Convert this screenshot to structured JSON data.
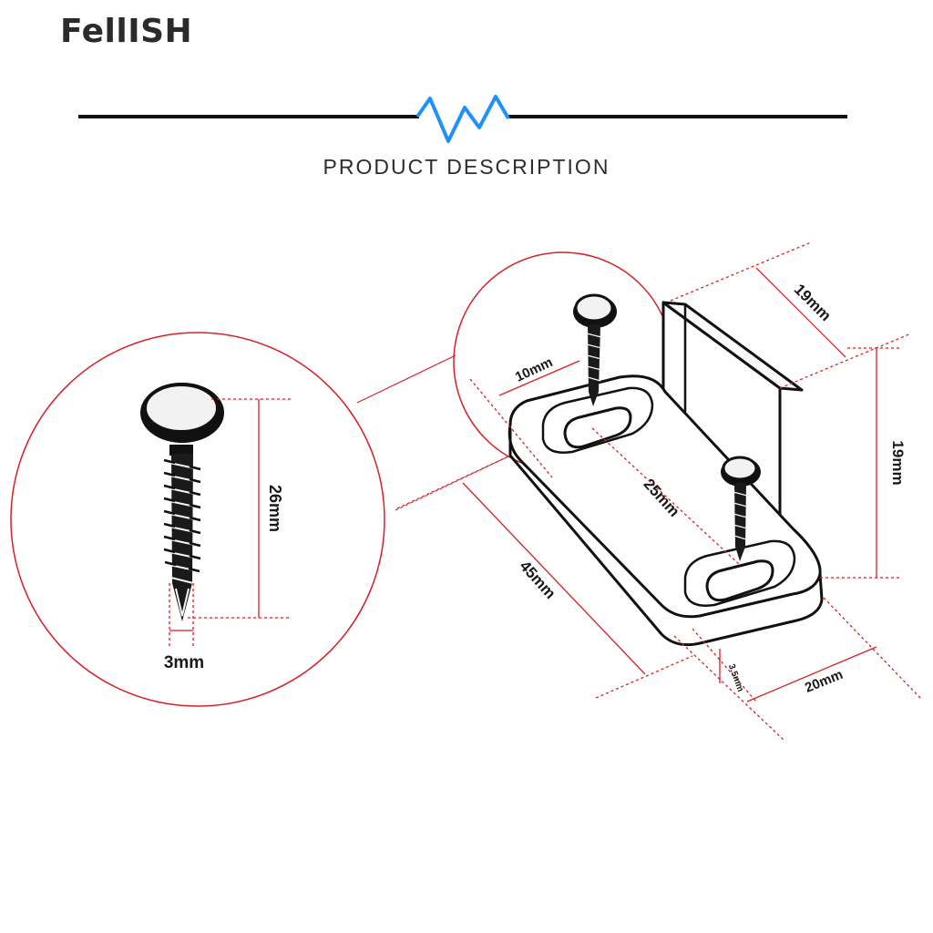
{
  "brand": "FellISH",
  "section_title": "PRODUCT DESCRIPTION",
  "colors": {
    "guide": "#d81f26",
    "accent": "#1e90ff",
    "ink": "#111111"
  },
  "icons": [
    "zigzag-divider-icon",
    "screw-icon",
    "floor-guide-bracket-icon"
  ],
  "dimensions": {
    "screw_length": "26mm",
    "screw_diameter": "3mm",
    "slot_width": "10mm",
    "hole_spacing": "25mm",
    "base_length": "45mm",
    "base_width": "20mm",
    "upright_depth": "19mm",
    "upright_height": "19mm",
    "thickness": "3.5mm"
  }
}
